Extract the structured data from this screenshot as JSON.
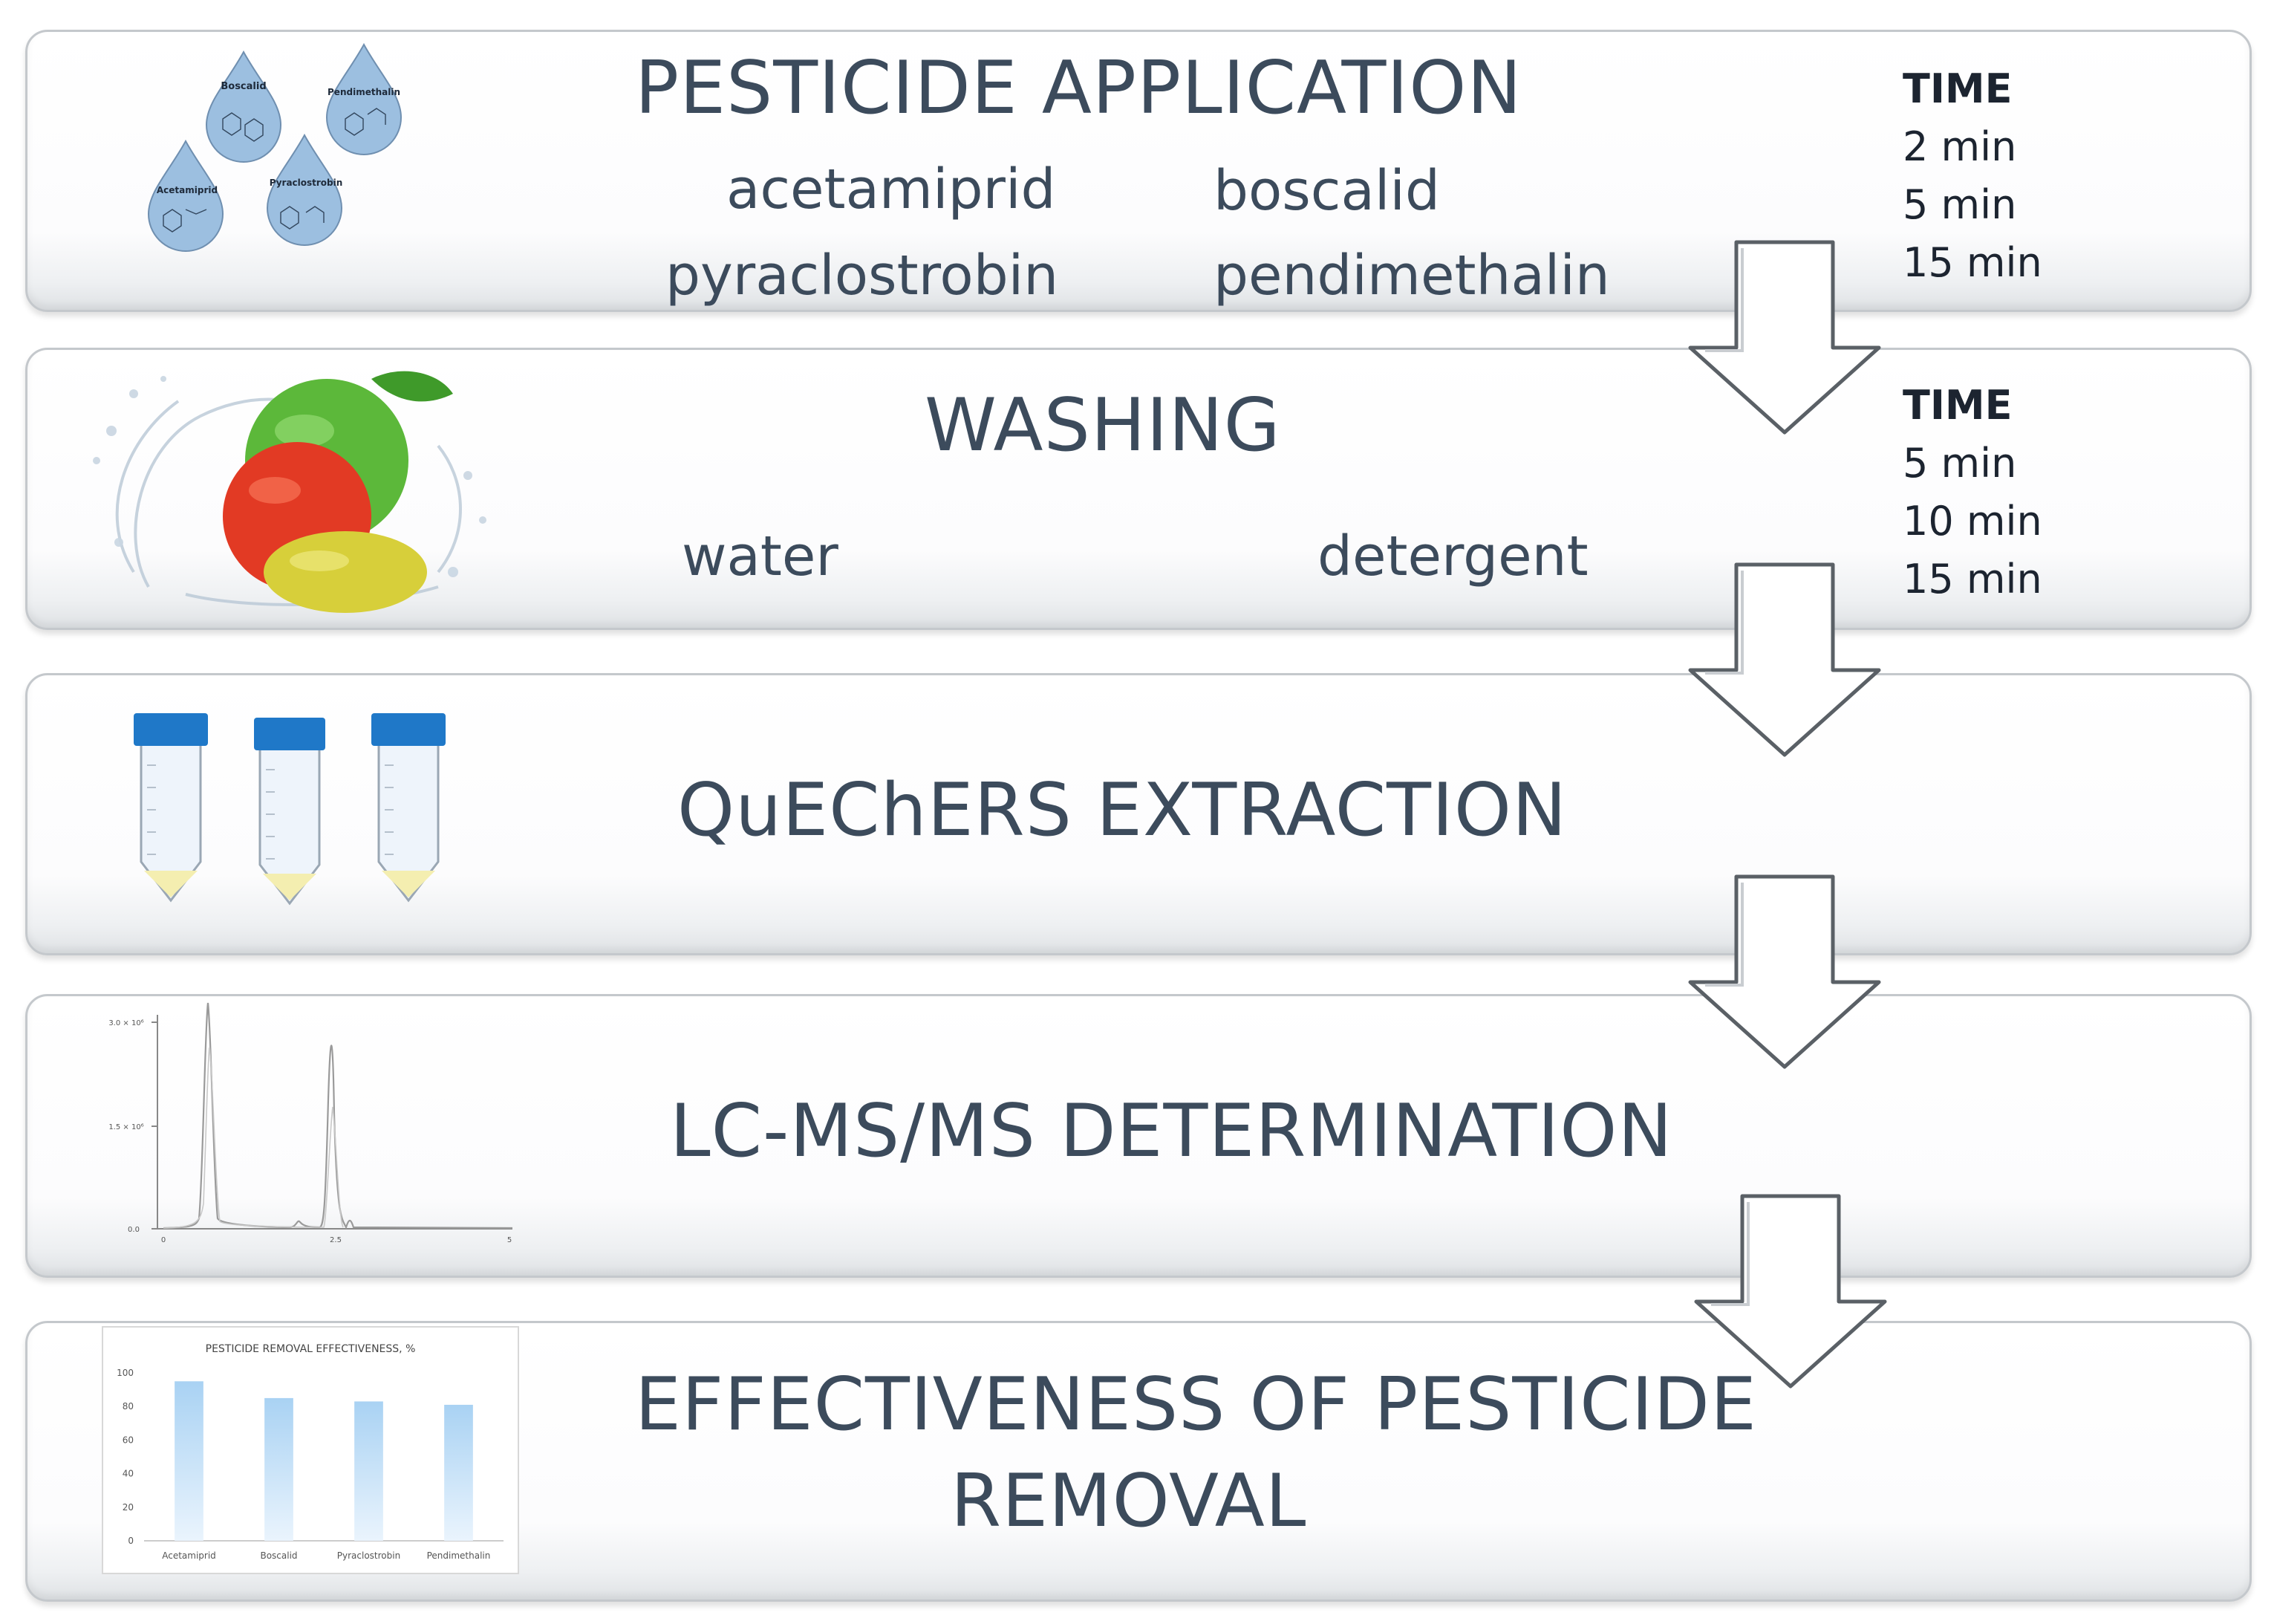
{
  "steps": [
    {
      "title": "PESTICIDE APPLICATION",
      "items": [
        "acetamiprid",
        "boscalid",
        "pyraclostrobin",
        "pendimethalin"
      ],
      "time": {
        "heading": "TIME",
        "values": [
          "2 min",
          "5 min",
          "15 min"
        ]
      },
      "drops": [
        "Boscalid",
        "Pendimethalin",
        "Acetamiprid",
        "Pyraclostrobin"
      ]
    },
    {
      "title": "WASHING",
      "items": [
        "water",
        "detergent"
      ],
      "time": {
        "heading": "TIME",
        "values": [
          "5 min",
          "10 min",
          "15 min"
        ]
      }
    },
    {
      "title": "QuEChERS EXTRACTION"
    },
    {
      "title": "LC-MS/MS DETERMINATION",
      "chromatogram": {
        "y_ticks": [
          "3.0 × 10⁶",
          "1.5 × 10⁶",
          "0.0"
        ],
        "x_ticks": [
          "0",
          "2.5",
          "5"
        ]
      }
    },
    {
      "title_lines": [
        "EFFECTIVENESS OF PESTICIDE",
        "REMOVAL"
      ]
    }
  ],
  "chart_data": {
    "type": "bar",
    "title": "PESTICIDE REMOVAL EFFECTIVENESS, %",
    "categories": [
      "Acetamiprid",
      "Boscalid",
      "Pyraclostrobin",
      "Pendimethalin"
    ],
    "values": [
      95,
      85,
      83,
      81
    ],
    "ylim": [
      0,
      100
    ],
    "yticks": [
      "100",
      "80",
      "60",
      "40",
      "20",
      "0"
    ],
    "xlabel": "",
    "ylabel": "",
    "grid": false,
    "bar_color": "#a9d2f3"
  },
  "colors": {
    "title_text": "#3c4b5c",
    "time_text": "#1c2430",
    "drop_fill": "#9cbfe0",
    "tube_cap": "#1f78c8",
    "tube_liquid": "#f4eeb0"
  },
  "icons": [
    "water-drop-icon",
    "apple-splash-icon",
    "test-tube-icon",
    "chromatogram-icon",
    "down-arrow-icon"
  ]
}
